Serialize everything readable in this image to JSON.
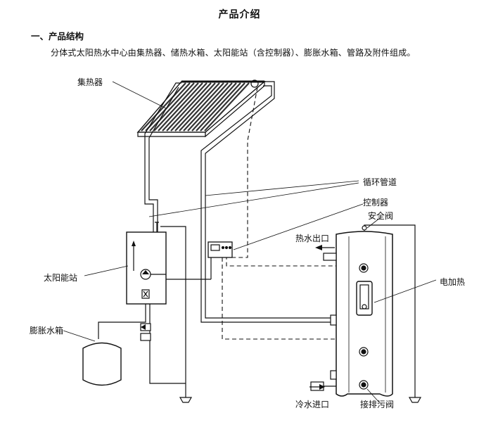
{
  "title": "产品介绍",
  "section": "一、产品结构",
  "intro": "分体式太阳热水中心由集热器、储热水箱、太阳能站（含控制器）、膨胀水箱、管路及附件组成。",
  "labels": {
    "collector": "集热器",
    "circulation_pipe": "循环管道",
    "controller": "控制器",
    "safety_valve": "安全阀",
    "hot_water_outlet": "热水出口",
    "solar_station": "太阳能站",
    "electric_heater": "电加热",
    "expansion_tank": "膨胀水箱",
    "cold_water_inlet": "冷水进口",
    "drain_valve": "接排污阀"
  }
}
